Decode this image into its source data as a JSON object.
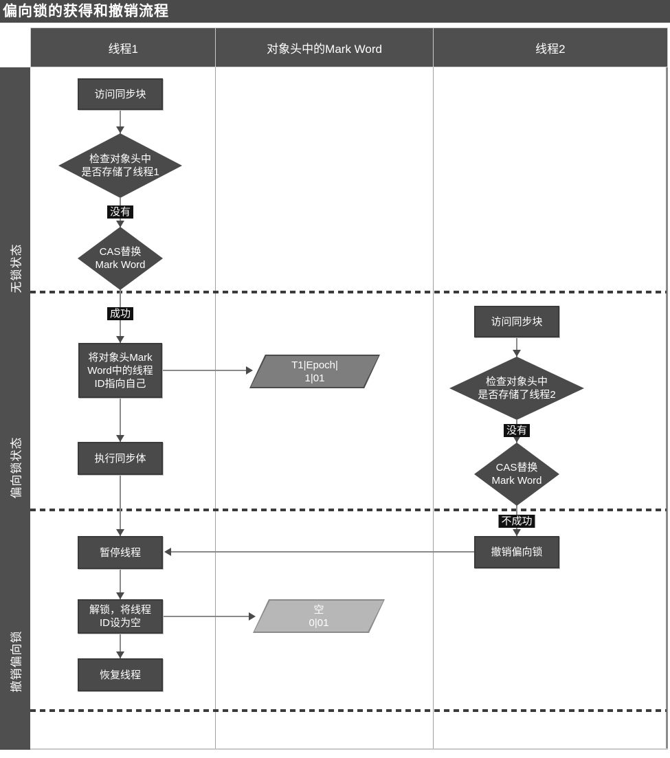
{
  "title": "偏向锁的获得和撤销流程",
  "lanes": {
    "thread1": "线程1",
    "mark_word": "对象头中的Mark Word",
    "thread2": "线程2"
  },
  "row_labels": {
    "lock_free": "无锁状态",
    "biased": "偏向锁状态",
    "revoke": "撤销偏向锁"
  },
  "nodes": {
    "t1_access": "访问同步块",
    "t1_check": "检查对象头中\n是否存储了线程1",
    "t1_cas": "CAS替换\nMark Word",
    "t1_set_id": "将对象头Mark\nWord中的线程\nID指向自己",
    "t1_exec": "执行同步体",
    "t1_pause": "暂停线程",
    "t1_unlock": "解锁，将线程\nID设为空",
    "t1_resume": "恢复线程",
    "mw_biased": "T1|Epoch|\n1|01",
    "mw_empty": "空\n0|01",
    "t2_access": "访问同步块",
    "t2_check": "检查对象头中\n是否存储了线程2",
    "t2_cas": "CAS替换\nMark Word",
    "t2_revoke": "撤销偏向锁"
  },
  "edge_labels": {
    "no1": "没有",
    "success": "成功",
    "no2": "没有",
    "fail": "不成功"
  },
  "colors": {
    "dark": "#4a4a4a",
    "band": "#4f4f4f",
    "line": "#8a8a8a",
    "label_bg": "#111111",
    "para_biased": "#7e7e7e",
    "para_empty": "#b7b7b7"
  }
}
